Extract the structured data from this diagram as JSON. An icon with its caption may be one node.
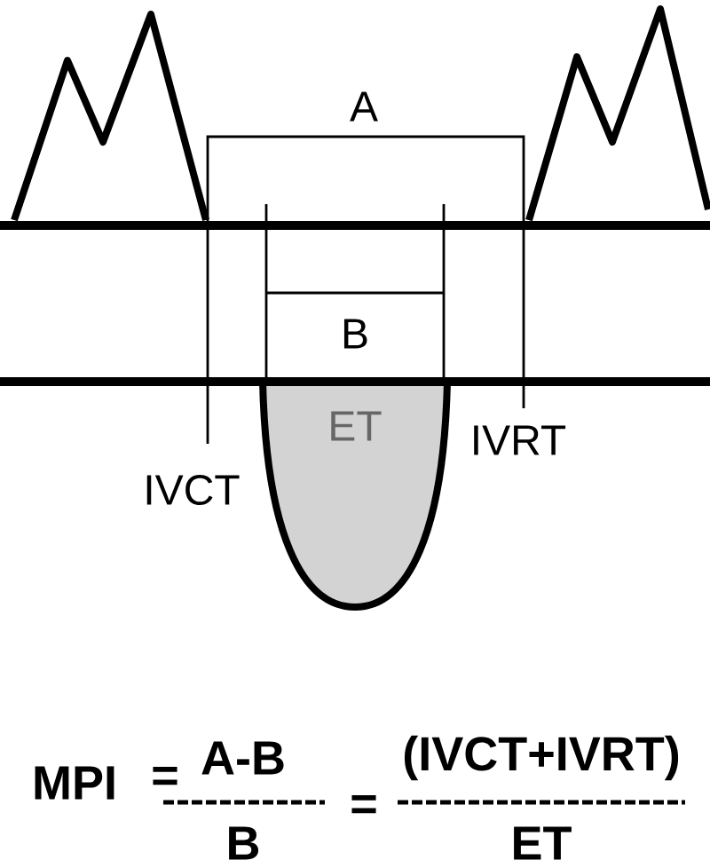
{
  "diagram": {
    "labels": [
      "A",
      "B",
      "ET",
      "IVCT",
      "IVRT",
      "MPI",
      "=",
      "A-B",
      "B",
      "=",
      "(IVCT+IVRT)",
      "ET"
    ]
  }
}
